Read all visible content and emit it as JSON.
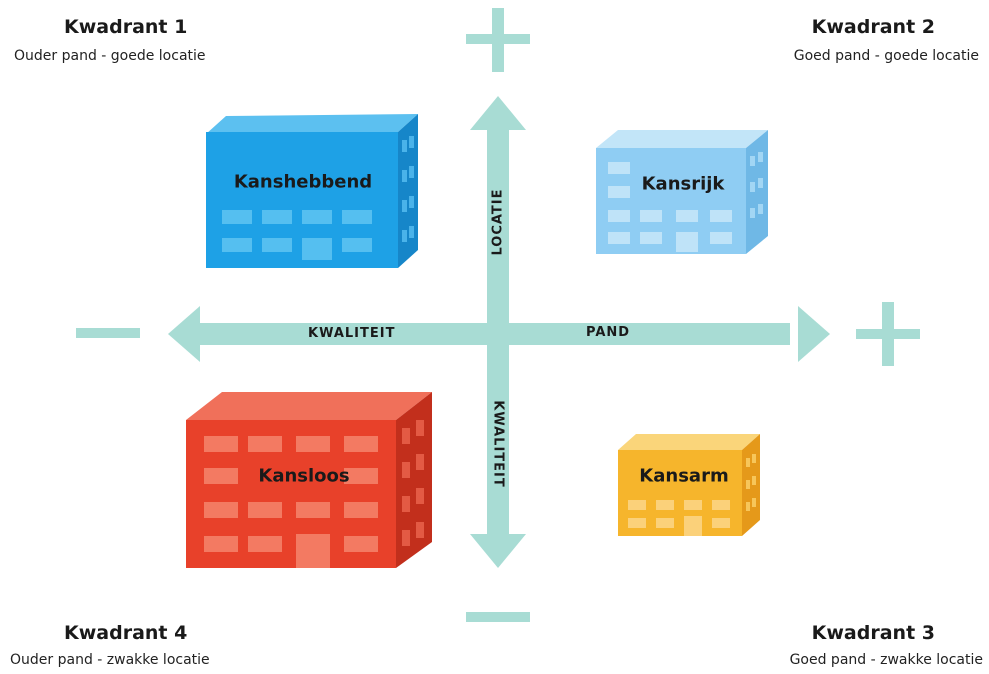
{
  "quadrants": {
    "q1": {
      "title": "Kwadrant 1",
      "subtitle": "Ouder pand - goede locatie"
    },
    "q2": {
      "title": "Kwadrant 2",
      "subtitle": "Goed pand - goede locatie"
    },
    "q3": {
      "title": "Kwadrant 3",
      "subtitle": "Goed pand - zwakke locatie"
    },
    "q4": {
      "title": "Kwadrant 4",
      "subtitle": "Ouder pand - zwakke locatie"
    }
  },
  "buildings": {
    "kanshebbend": {
      "label": "Kanshebbend",
      "color": "#1ea1e6"
    },
    "kansrijk": {
      "label": "Kansrijk",
      "color": "#8fcdf3"
    },
    "kansloos": {
      "label": "Kansloos",
      "color": "#e8412a"
    },
    "kansarm": {
      "label": "Kansarm",
      "color": "#f6b52c"
    }
  },
  "axes": {
    "horizontal_left": "KWALITEIT",
    "horizontal_right": "PAND",
    "vertical_top": "LOCATIE",
    "vertical_bottom": "KWALITEIT",
    "plus": "+",
    "minus": "−",
    "color": "#a8dcd4"
  }
}
